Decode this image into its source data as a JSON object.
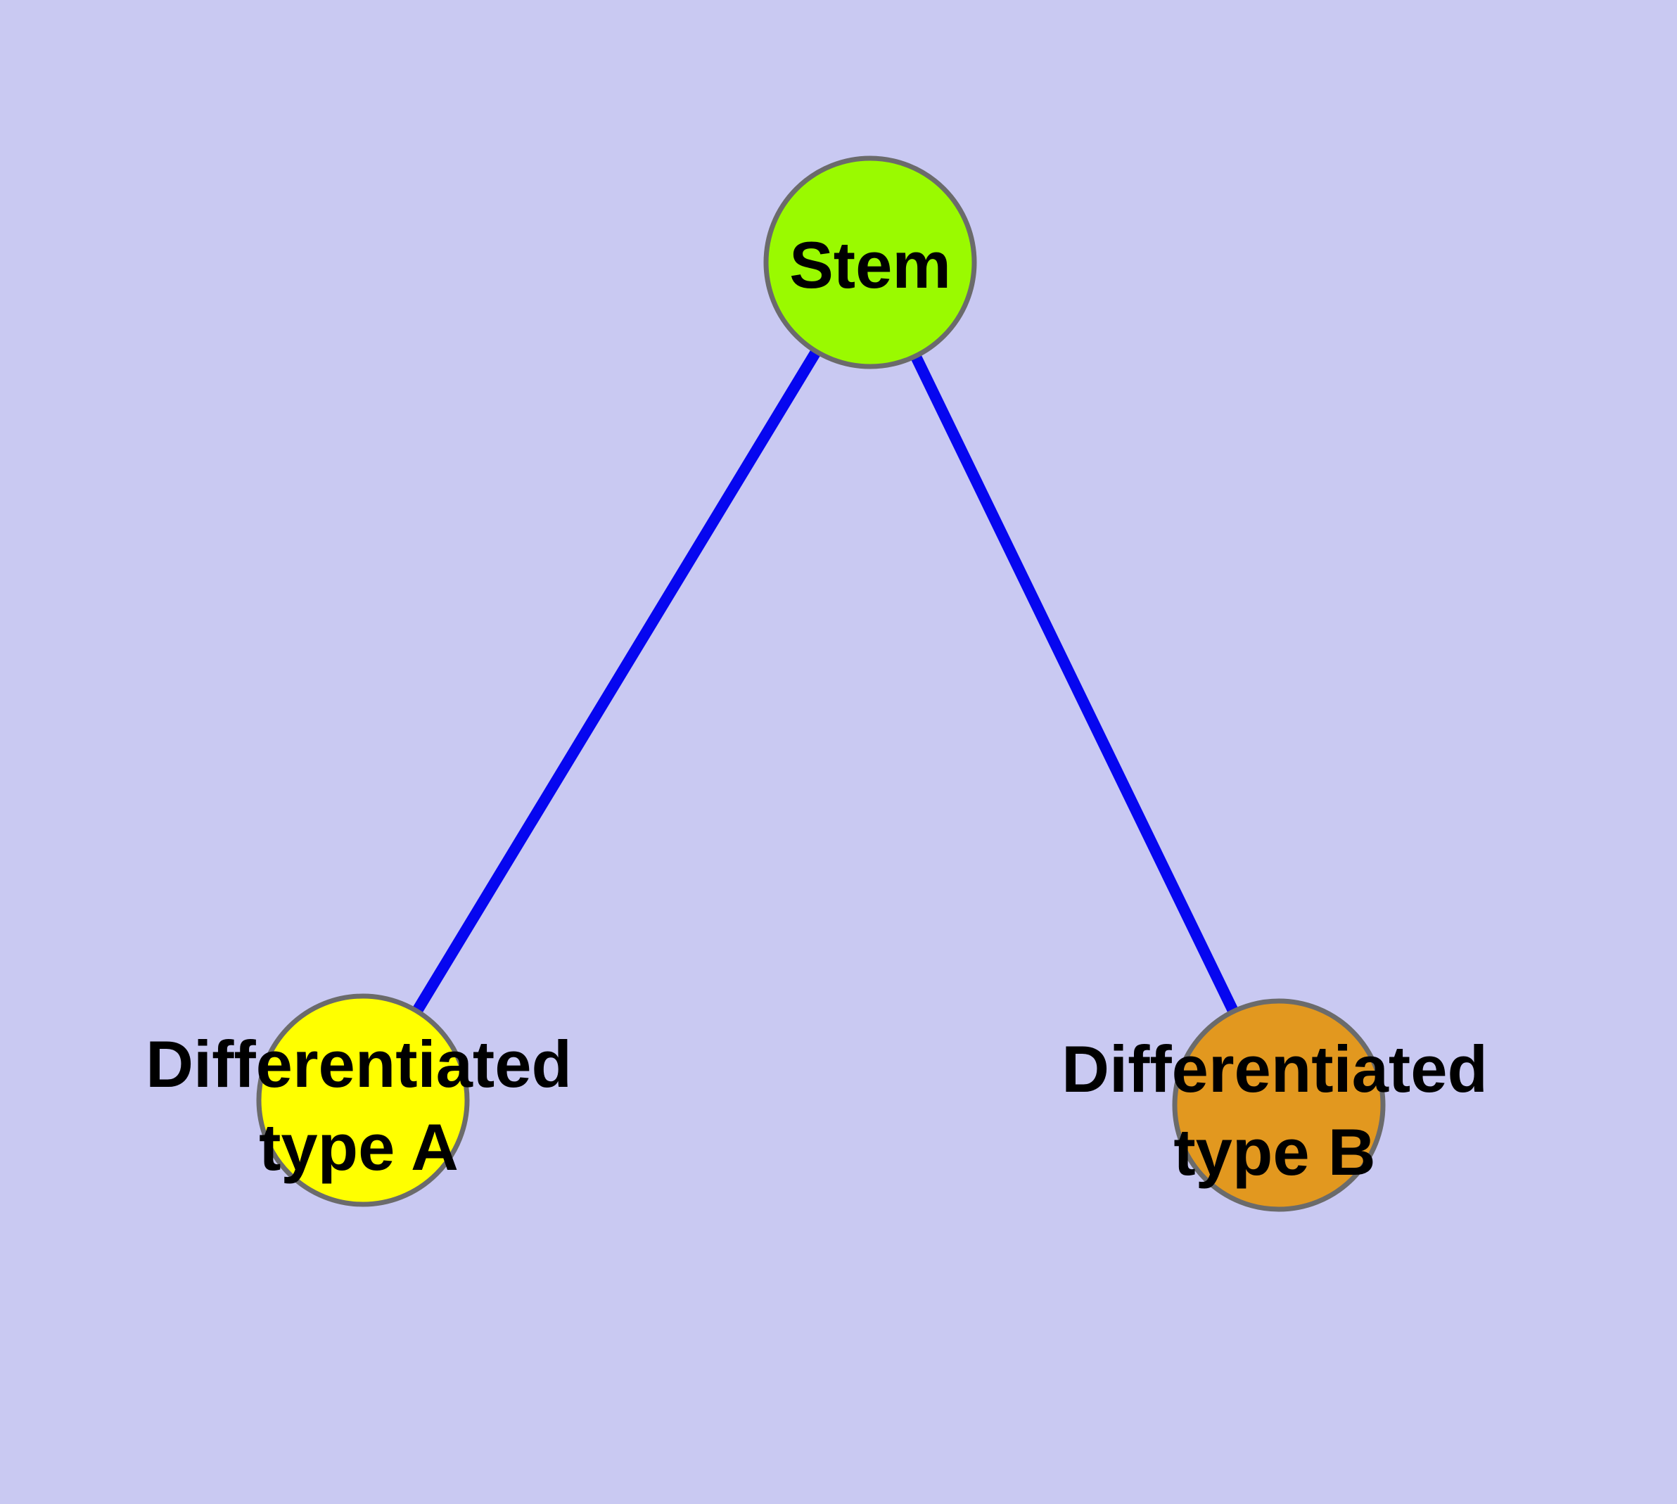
{
  "diagram": {
    "type": "node-link-graph",
    "background_color": "#C9C9F2",
    "edge_color": "#0606F0",
    "node_border_color": "#6B6B6B",
    "label_color": "#000000",
    "nodes": [
      {
        "id": "stem",
        "fill": "#9AFA00",
        "label": "Stem",
        "lines": [
          "Stem"
        ]
      },
      {
        "id": "differentiated-type-a",
        "fill": "#FFFF00",
        "label": "Differentiated type A",
        "lines": [
          "Differentiated",
          "type A"
        ]
      },
      {
        "id": "differentiated-type-b",
        "fill": "#E2981F",
        "label": "Differentiated type B",
        "lines": [
          "Differentiated",
          "type B"
        ]
      }
    ],
    "edges": [
      {
        "from": "stem",
        "to": "differentiated-type-a"
      },
      {
        "from": "stem",
        "to": "differentiated-type-b"
      }
    ]
  }
}
